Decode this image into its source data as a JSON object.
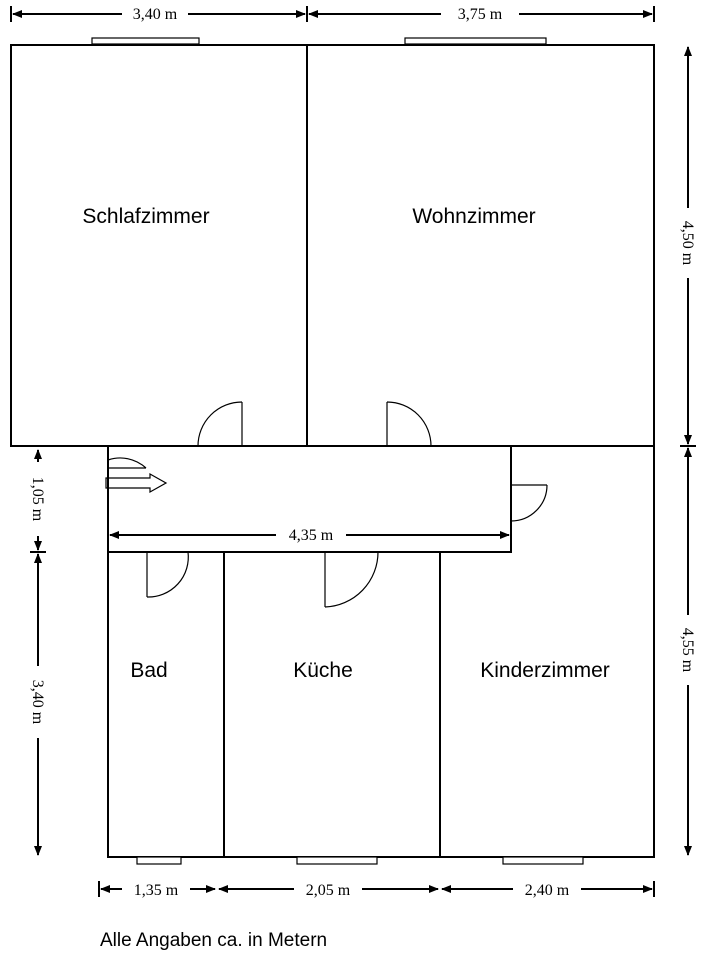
{
  "rooms": {
    "schlafzimmer": "Schlafzimmer",
    "wohnzimmer": "Wohnzimmer",
    "bad": "Bad",
    "kueche": "Küche",
    "kinderzimmer": "Kinderzimmer"
  },
  "dimensions": {
    "top_left": "3,40 m",
    "top_right": "3,75 m",
    "right_upper": "4,50 m",
    "right_lower": "4,55 m",
    "left_upper": "1,05 m",
    "left_lower": "3,40 m",
    "hall_width": "4,35 m",
    "bottom_bad": "1,35 m",
    "bottom_kueche": "2,05 m",
    "bottom_kinder": "2,40 m"
  },
  "note": "Alle Angaben ca. in Metern"
}
